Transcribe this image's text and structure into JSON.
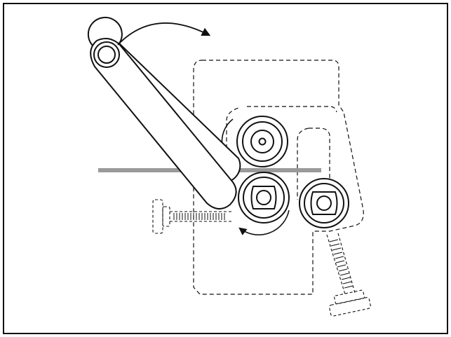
{
  "diagram": {
    "stroke_color": "#111111",
    "material_color": "#9a9a9a",
    "background": "#ffffff",
    "components": [
      "crank-handle",
      "rotation-arrow",
      "dashed-frame",
      "top-roller",
      "drive-roller",
      "side-roller",
      "horizontal-adjust-screw",
      "diagonal-adjust-screw",
      "workpiece-bar"
    ]
  }
}
